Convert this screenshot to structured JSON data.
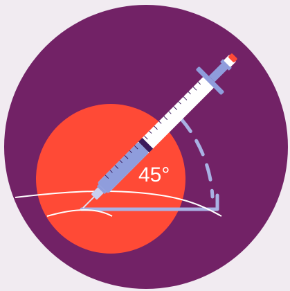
{
  "illustration": {
    "angle_label": "45°",
    "colors": {
      "background": "#f1ebf1",
      "outer_circle": "#722266",
      "inner_circle": "#ff4a36",
      "angle_guide": "#a9b2e4",
      "syringe_barrel": "#ffffff",
      "syringe_fluid": "#8f9ddc",
      "plunger_stopper": "#3b1a5c",
      "needle_cap": "#ff4a36",
      "skin_line": "#ffffff",
      "label_text": "#ffffff"
    },
    "icons": [
      "syringe-icon",
      "skin-line",
      "angle-arc"
    ]
  }
}
